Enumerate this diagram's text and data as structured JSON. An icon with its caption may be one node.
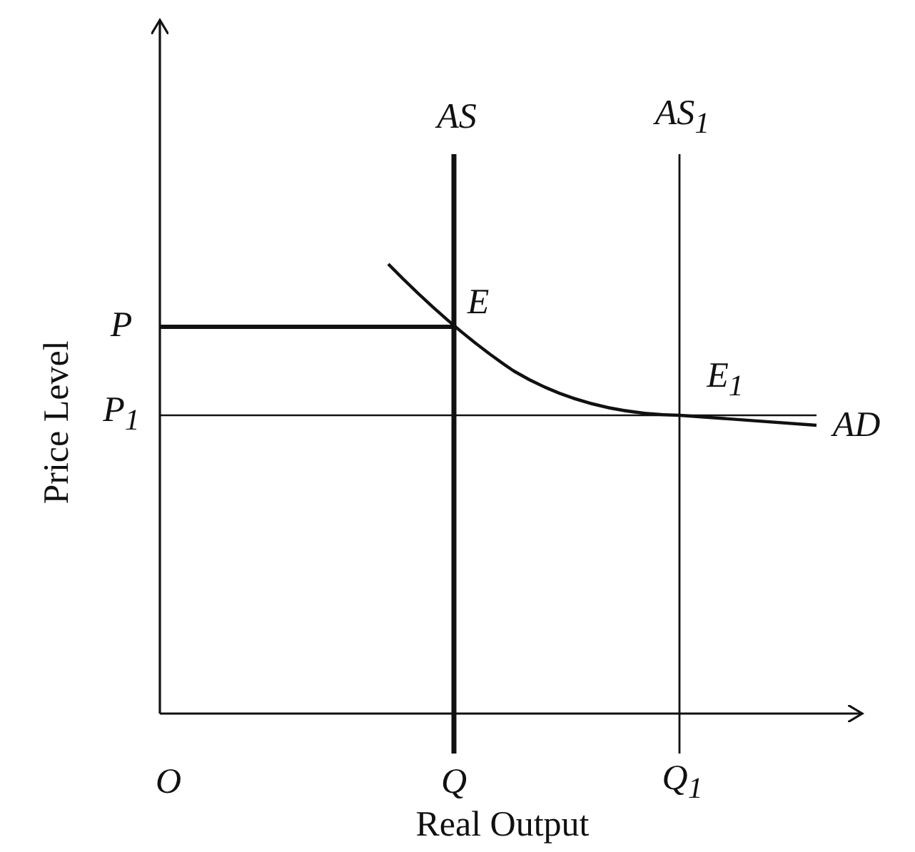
{
  "diagram": {
    "labels": [
      "AS",
      "AS$_{1}$",
      "P",
      "E",
      "P$_{1}$",
      "E$_{1}$",
      "AD",
      "Price Level",
      "O",
      "Q",
      "Q$_{1}$",
      "Real Output"
    ]
  }
}
